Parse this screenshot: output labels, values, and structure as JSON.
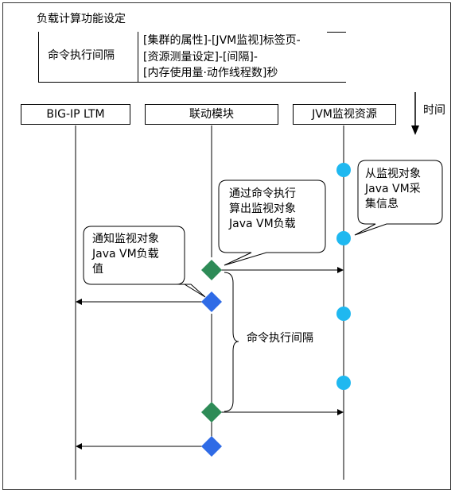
{
  "setting": {
    "title": "负载计算功能设定",
    "row_label": "命令执行间隔",
    "row_value_lines": [
      "[集群的属性]-[JVM监视]标签页-",
      "[资源测量设定]-[间隔]-",
      "[内存使用量·动作线程数]秒"
    ]
  },
  "time_label": "时间",
  "lifelines": [
    {
      "label": "BIG-IP LTM"
    },
    {
      "label": "联动模块"
    },
    {
      "label": "JVM监视资源"
    }
  ],
  "callouts": [
    {
      "lines": [
        "从监视对象",
        "Java  VM采",
        "集信息"
      ]
    },
    {
      "lines": [
        "通过命令执行",
        "算出监视对象",
        "Java VM负载"
      ]
    },
    {
      "lines": [
        "通知监视对象",
        "Java  VM负载",
        "值"
      ]
    }
  ],
  "interval_label": "命令执行间隔",
  "colors": {
    "collect_dot": "#1fb8f0",
    "calc_diamond": "#2e8b57",
    "notify_diamond": "#2f6be6"
  },
  "icons": {
    "collect": "circle",
    "calc": "diamond",
    "notify": "diamond"
  }
}
